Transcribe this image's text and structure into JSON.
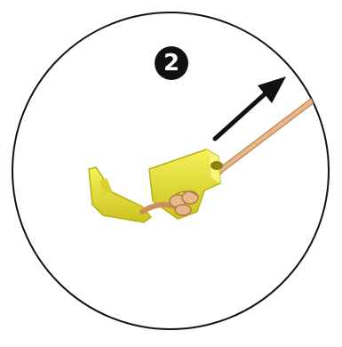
{
  "illustration": {
    "step_number": "2",
    "colors": {
      "circle_border": "#111111",
      "hook_yellow": "#e8e33a",
      "cord_tan": "#d9a878",
      "arrow": "#111111"
    },
    "icon_names": [
      "hook-icon",
      "cord",
      "knot",
      "direction-arrow-icon",
      "step-number-badge"
    ]
  }
}
